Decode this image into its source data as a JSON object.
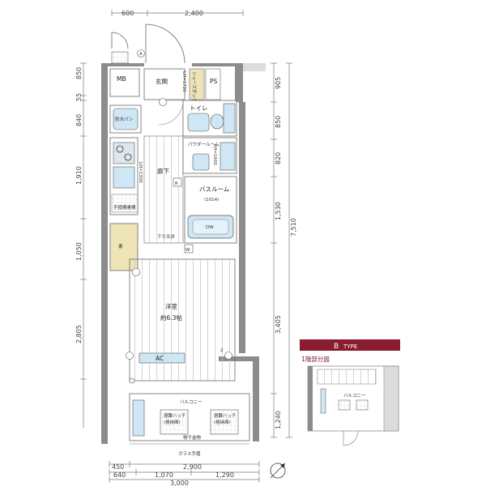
{
  "dimensions": {
    "top": [
      "600",
      "2,400"
    ],
    "left": [
      "850",
      "55",
      "840",
      "1,910",
      "1,050",
      "2,805"
    ],
    "right": [
      "905",
      "850",
      "820",
      "1,530",
      "7,510",
      "3,405",
      "1,240"
    ],
    "bottom_row1": [
      "450",
      "2,900"
    ],
    "bottom_row2": [
      "640",
      "1,070",
      "1,290"
    ],
    "bottom_row3": [
      "3,000"
    ]
  },
  "rooms": {
    "mb": "MB",
    "entrance": "玄関",
    "shoes": "シューズボックス",
    "ps": "PS",
    "toilet": "トイレ",
    "waterproof_pan": "防水パン",
    "powder_room": "パウダールーム",
    "hallway": "廊下",
    "bath_room": "バスルーム",
    "bath_size": "(1014)",
    "hand_towel": "手摺棚書棚",
    "closet": "書",
    "lowered_ceiling": "下り天井",
    "western_room": "洋室",
    "western_size": "約6.3帖",
    "ac": "AC",
    "balcony": "バルコニー",
    "hatch_left_line1": "避難ハッチ",
    "hatch_left_line2": "(格納庫)",
    "hatch_right_line1": "避難ハッチ",
    "hatch_right_line2": "(格納庫)",
    "handrail_fitting": "物干金物",
    "glass_handrail": "ガラス手摺",
    "lh_toilet": "LH=1720",
    "lh_powder": "LH=1600",
    "lh_hall": "LH=1300"
  },
  "markers": {
    "refrigerator": "R",
    "washer": "W",
    "dw": "DW",
    "circle_a": "A",
    "circle_2": "2"
  },
  "type_badge": {
    "letter": "B",
    "word": "TYPE"
  },
  "partial_plan_title": "1階部分図",
  "partial_balcony": "バルコニー",
  "colors": {
    "badge": "#8a1c31",
    "wall": "#8c8c8c",
    "blue_fixture": "#cfe6f5",
    "hatch_yellow": "#efe4b8"
  },
  "icons": [
    "north-arrow-icon",
    "outlet-icon",
    "refrigerator-icon"
  ]
}
